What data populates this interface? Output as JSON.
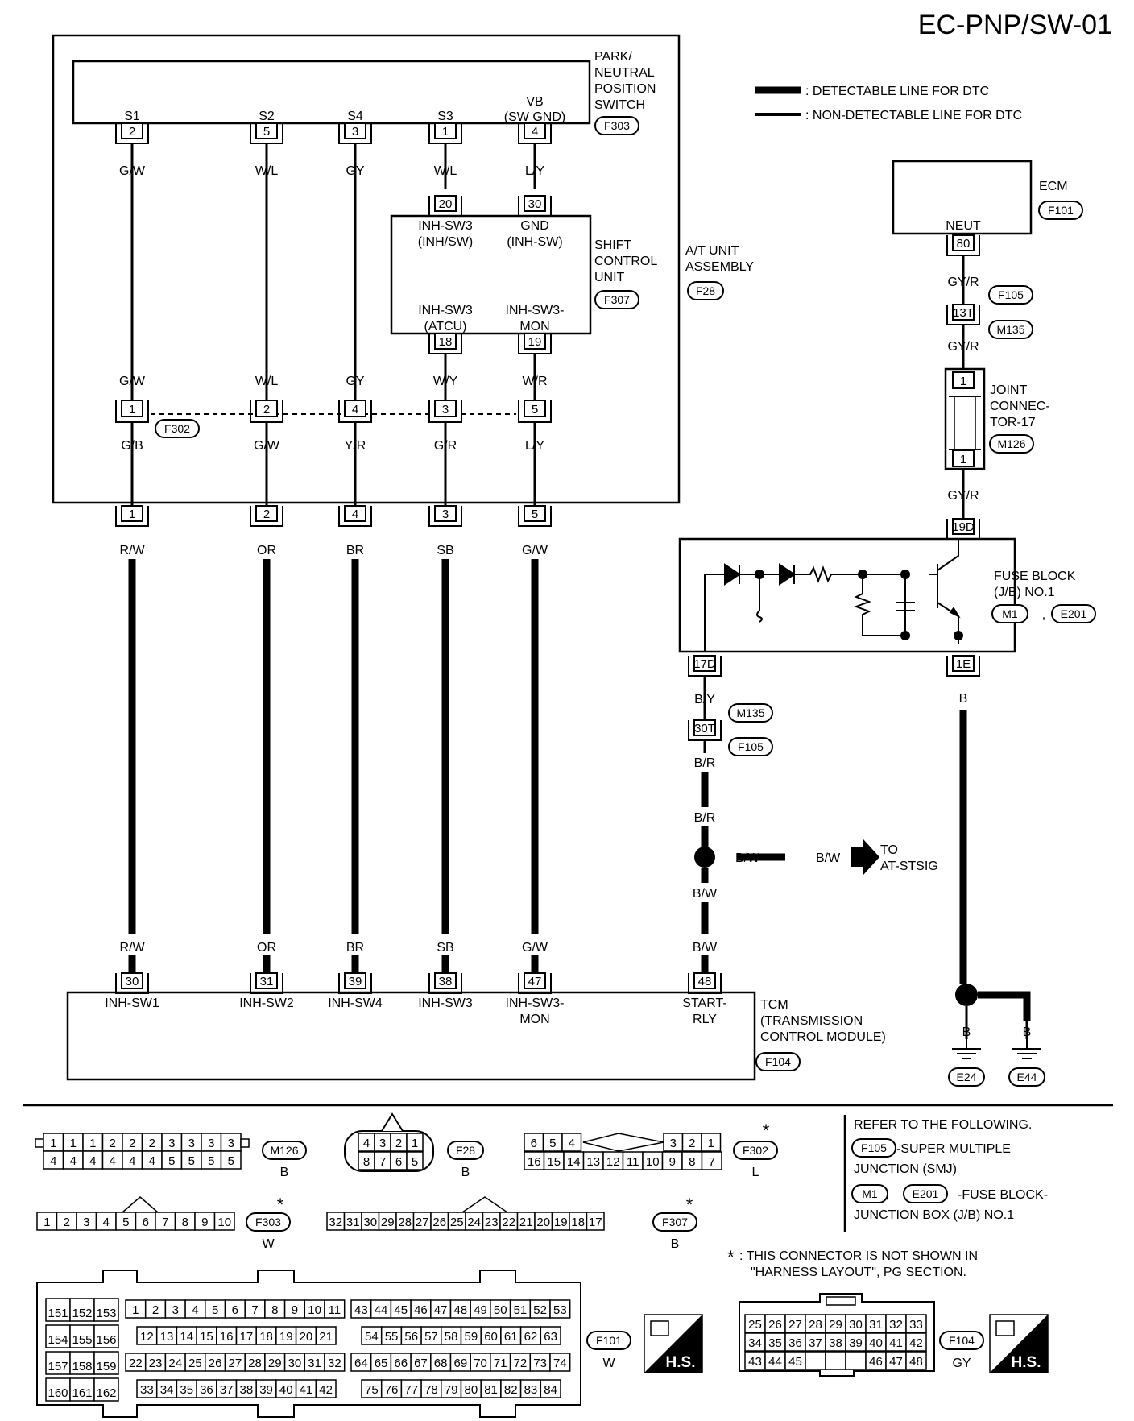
{
  "page_title": "EC-PNP/SW-01",
  "legend": {
    "detectable": ": DETECTABLE LINE FOR DTC",
    "non_detectable": ": NON-DETECTABLE LINE FOR DTC"
  },
  "pnp_switch": {
    "name_lines": [
      "PARK/",
      "NEUTRAL",
      "POSITION",
      "SWITCH"
    ],
    "connector": "F303",
    "terminal_names": [
      "S1",
      "S2",
      "S4",
      "S3"
    ],
    "vb_lines": [
      "VB",
      "(SW GND)"
    ],
    "pins": [
      "2",
      "5",
      "3",
      "1",
      "4"
    ],
    "wire_colors": [
      "G/W",
      "W/L",
      "GY",
      "W/L",
      "L/Y"
    ]
  },
  "shift_control_unit": {
    "name_lines": [
      "SHIFT",
      "CONTROL",
      "UNIT"
    ],
    "connector": "F307",
    "top_pins": [
      "20",
      "30"
    ],
    "top_labels": [
      [
        "INH-SW3",
        "(INH/SW)"
      ],
      [
        "GND",
        "(INH-SW)"
      ]
    ],
    "bottom_labels": [
      [
        "INH-SW3",
        "(ATCU)"
      ],
      [
        "INH-SW3-",
        "MON"
      ]
    ],
    "bottom_pins": [
      "18",
      "19"
    ]
  },
  "at_unit": {
    "name_lines": [
      "A/T UNIT",
      "ASSEMBLY"
    ],
    "connector": "F28"
  },
  "f302": {
    "connector": "F302",
    "upper_colors": [
      "G/W",
      "W/L",
      "GY",
      "W/Y",
      "W/R"
    ],
    "pins": [
      "1",
      "2",
      "4",
      "3",
      "5"
    ],
    "lower_colors": [
      "G/B",
      "G/W",
      "Y/R",
      "G/R",
      "L/Y"
    ]
  },
  "at_unit_pins": [
    "1",
    "2",
    "4",
    "3",
    "5"
  ],
  "harness_colors": [
    "R/W",
    "OR",
    "BR",
    "SB",
    "G/W"
  ],
  "tcm": {
    "name_lines": [
      "TCM",
      "(TRANSMISSION",
      " CONTROL MODULE)"
    ],
    "connector": "F104",
    "pins": [
      "30",
      "31",
      "39",
      "38",
      "47",
      "48"
    ],
    "colors": [
      "R/W",
      "OR",
      "BR",
      "SB",
      "G/W",
      "B/W"
    ],
    "terminal_names": [
      "INH-SW1",
      "INH-SW2",
      "INH-SW4",
      "INH-SW3",
      "INH-SW3-",
      "START-"
    ],
    "terminal_names_2": [
      "",
      "",
      "",
      "",
      "MON",
      "RLY"
    ]
  },
  "ecm": {
    "name": "ECM",
    "connector": "F101",
    "terminal": "NEUT",
    "pin": "80",
    "wire": "GY/R"
  },
  "smj_link": {
    "pin": "13T",
    "connectors": [
      "F105",
      "M135"
    ],
    "wire": "GY/R"
  },
  "joint": {
    "name_lines": [
      "JOINT",
      "CONNEC-",
      "TOR-17"
    ],
    "connector": "M126",
    "pins": [
      "1",
      "1"
    ],
    "wire": "GY/R"
  },
  "fuse_block": {
    "name_lines": [
      "FUSE BLOCK",
      "(J/B) NO.1"
    ],
    "connectors": [
      "M1",
      "E201"
    ],
    "sep": ",",
    "pins": [
      "19D",
      "17D",
      "1E"
    ]
  },
  "start_branch": {
    "wire1": "B/Y",
    "pin": "30T",
    "connectors": [
      "M135",
      "F105"
    ],
    "wire2": "B/R",
    "wire3": "B/R",
    "splice_out1": "B/W",
    "splice_out2": "B/W",
    "to_lines": [
      "TO",
      "AT-STSIG"
    ],
    "wire4": "B/W",
    "wire5": "B/W"
  },
  "ground": {
    "wire": "B",
    "g1": "B",
    "g2": "B",
    "grounds": [
      "E24",
      "E44"
    ]
  },
  "connector_views": {
    "m126": {
      "label": "M126",
      "color": "B",
      "row1": [
        "1",
        "1",
        "1",
        "2",
        "2",
        "2",
        "3",
        "3",
        "3",
        "3"
      ],
      "row2": [
        "4",
        "4",
        "4",
        "4",
        "4",
        "4",
        "5",
        "5",
        "5",
        "5"
      ]
    },
    "f28": {
      "label": "F28",
      "color": "B",
      "row1": [
        "4",
        "3",
        "2",
        "1"
      ],
      "row2": [
        "8",
        "7",
        "6",
        "5"
      ]
    },
    "f302": {
      "label": "F302",
      "color": "L",
      "row1": [
        "6",
        "5",
        "4",
        "3",
        "2",
        "1"
      ],
      "row2": [
        "16",
        "15",
        "14",
        "13",
        "12",
        "11",
        "10",
        "9",
        "8",
        "7"
      ]
    },
    "f303": {
      "label": "F303",
      "color": "W",
      "row1": [
        "1",
        "2",
        "3",
        "4",
        "5",
        "6",
        "7",
        "8",
        "9",
        "10"
      ]
    },
    "f307": {
      "label": "F307",
      "color": "B",
      "row1": [
        "32",
        "31",
        "30",
        "29",
        "28",
        "27",
        "26",
        "25",
        "24",
        "23",
        "22",
        "21",
        "20",
        "19",
        "18",
        "17"
      ]
    },
    "f101": {
      "label": "F101",
      "color": "W",
      "left": [
        [
          "151",
          "152",
          "153"
        ],
        [
          "154",
          "155",
          "156"
        ],
        [
          "157",
          "158",
          "159"
        ],
        [
          "160",
          "161",
          "162"
        ]
      ],
      "mid": [
        [
          "1",
          "2",
          "3",
          "4",
          "5",
          "6",
          "7",
          "8",
          "9",
          "10",
          "11"
        ],
        [
          "12",
          "13",
          "14",
          "15",
          "16",
          "17",
          "18",
          "19",
          "20",
          "21"
        ],
        [
          "22",
          "23",
          "24",
          "25",
          "26",
          "27",
          "28",
          "29",
          "30",
          "31",
          "32"
        ],
        [
          "33",
          "34",
          "35",
          "36",
          "37",
          "38",
          "39",
          "40",
          "41",
          "42"
        ]
      ],
      "right": [
        [
          "43",
          "44",
          "45",
          "46",
          "47",
          "48",
          "49",
          "50",
          "51",
          "52",
          "53"
        ],
        [
          "54",
          "55",
          "56",
          "57",
          "58",
          "59",
          "60",
          "61",
          "62",
          "63"
        ],
        [
          "64",
          "65",
          "66",
          "67",
          "68",
          "69",
          "70",
          "71",
          "72",
          "73",
          "74"
        ],
        [
          "75",
          "76",
          "77",
          "78",
          "79",
          "80",
          "81",
          "82",
          "83",
          "84"
        ]
      ]
    },
    "f104": {
      "label": "F104",
      "color": "GY",
      "rows": [
        [
          "25",
          "26",
          "27",
          "28",
          "29",
          "30",
          "31",
          "32",
          "33"
        ],
        [
          "34",
          "35",
          "36",
          "37",
          "38",
          "39",
          "40",
          "41",
          "42"
        ],
        [
          "43",
          "44",
          "45",
          "",
          "",
          "",
          "46",
          "47",
          "48"
        ]
      ]
    },
    "hs": "H.S."
  },
  "refer": {
    "heading": "REFER TO THE FOLLOWING.",
    "smj_connector": "F105",
    "smj_text_1": "-SUPER MULTIPLE",
    "smj_text_2": "JUNCTION (SMJ)",
    "jb_connectors": [
      "M1",
      "E201"
    ],
    "jb_sep": ",",
    "jb_text_1": "-FUSE BLOCK-",
    "jb_text_2": "JUNCTION BOX (J/B) NO.1"
  },
  "note": {
    "star": "*",
    "line1": ": THIS CONNECTOR IS NOT SHOWN IN",
    "line2": "\"HARNESS LAYOUT\", PG SECTION."
  }
}
